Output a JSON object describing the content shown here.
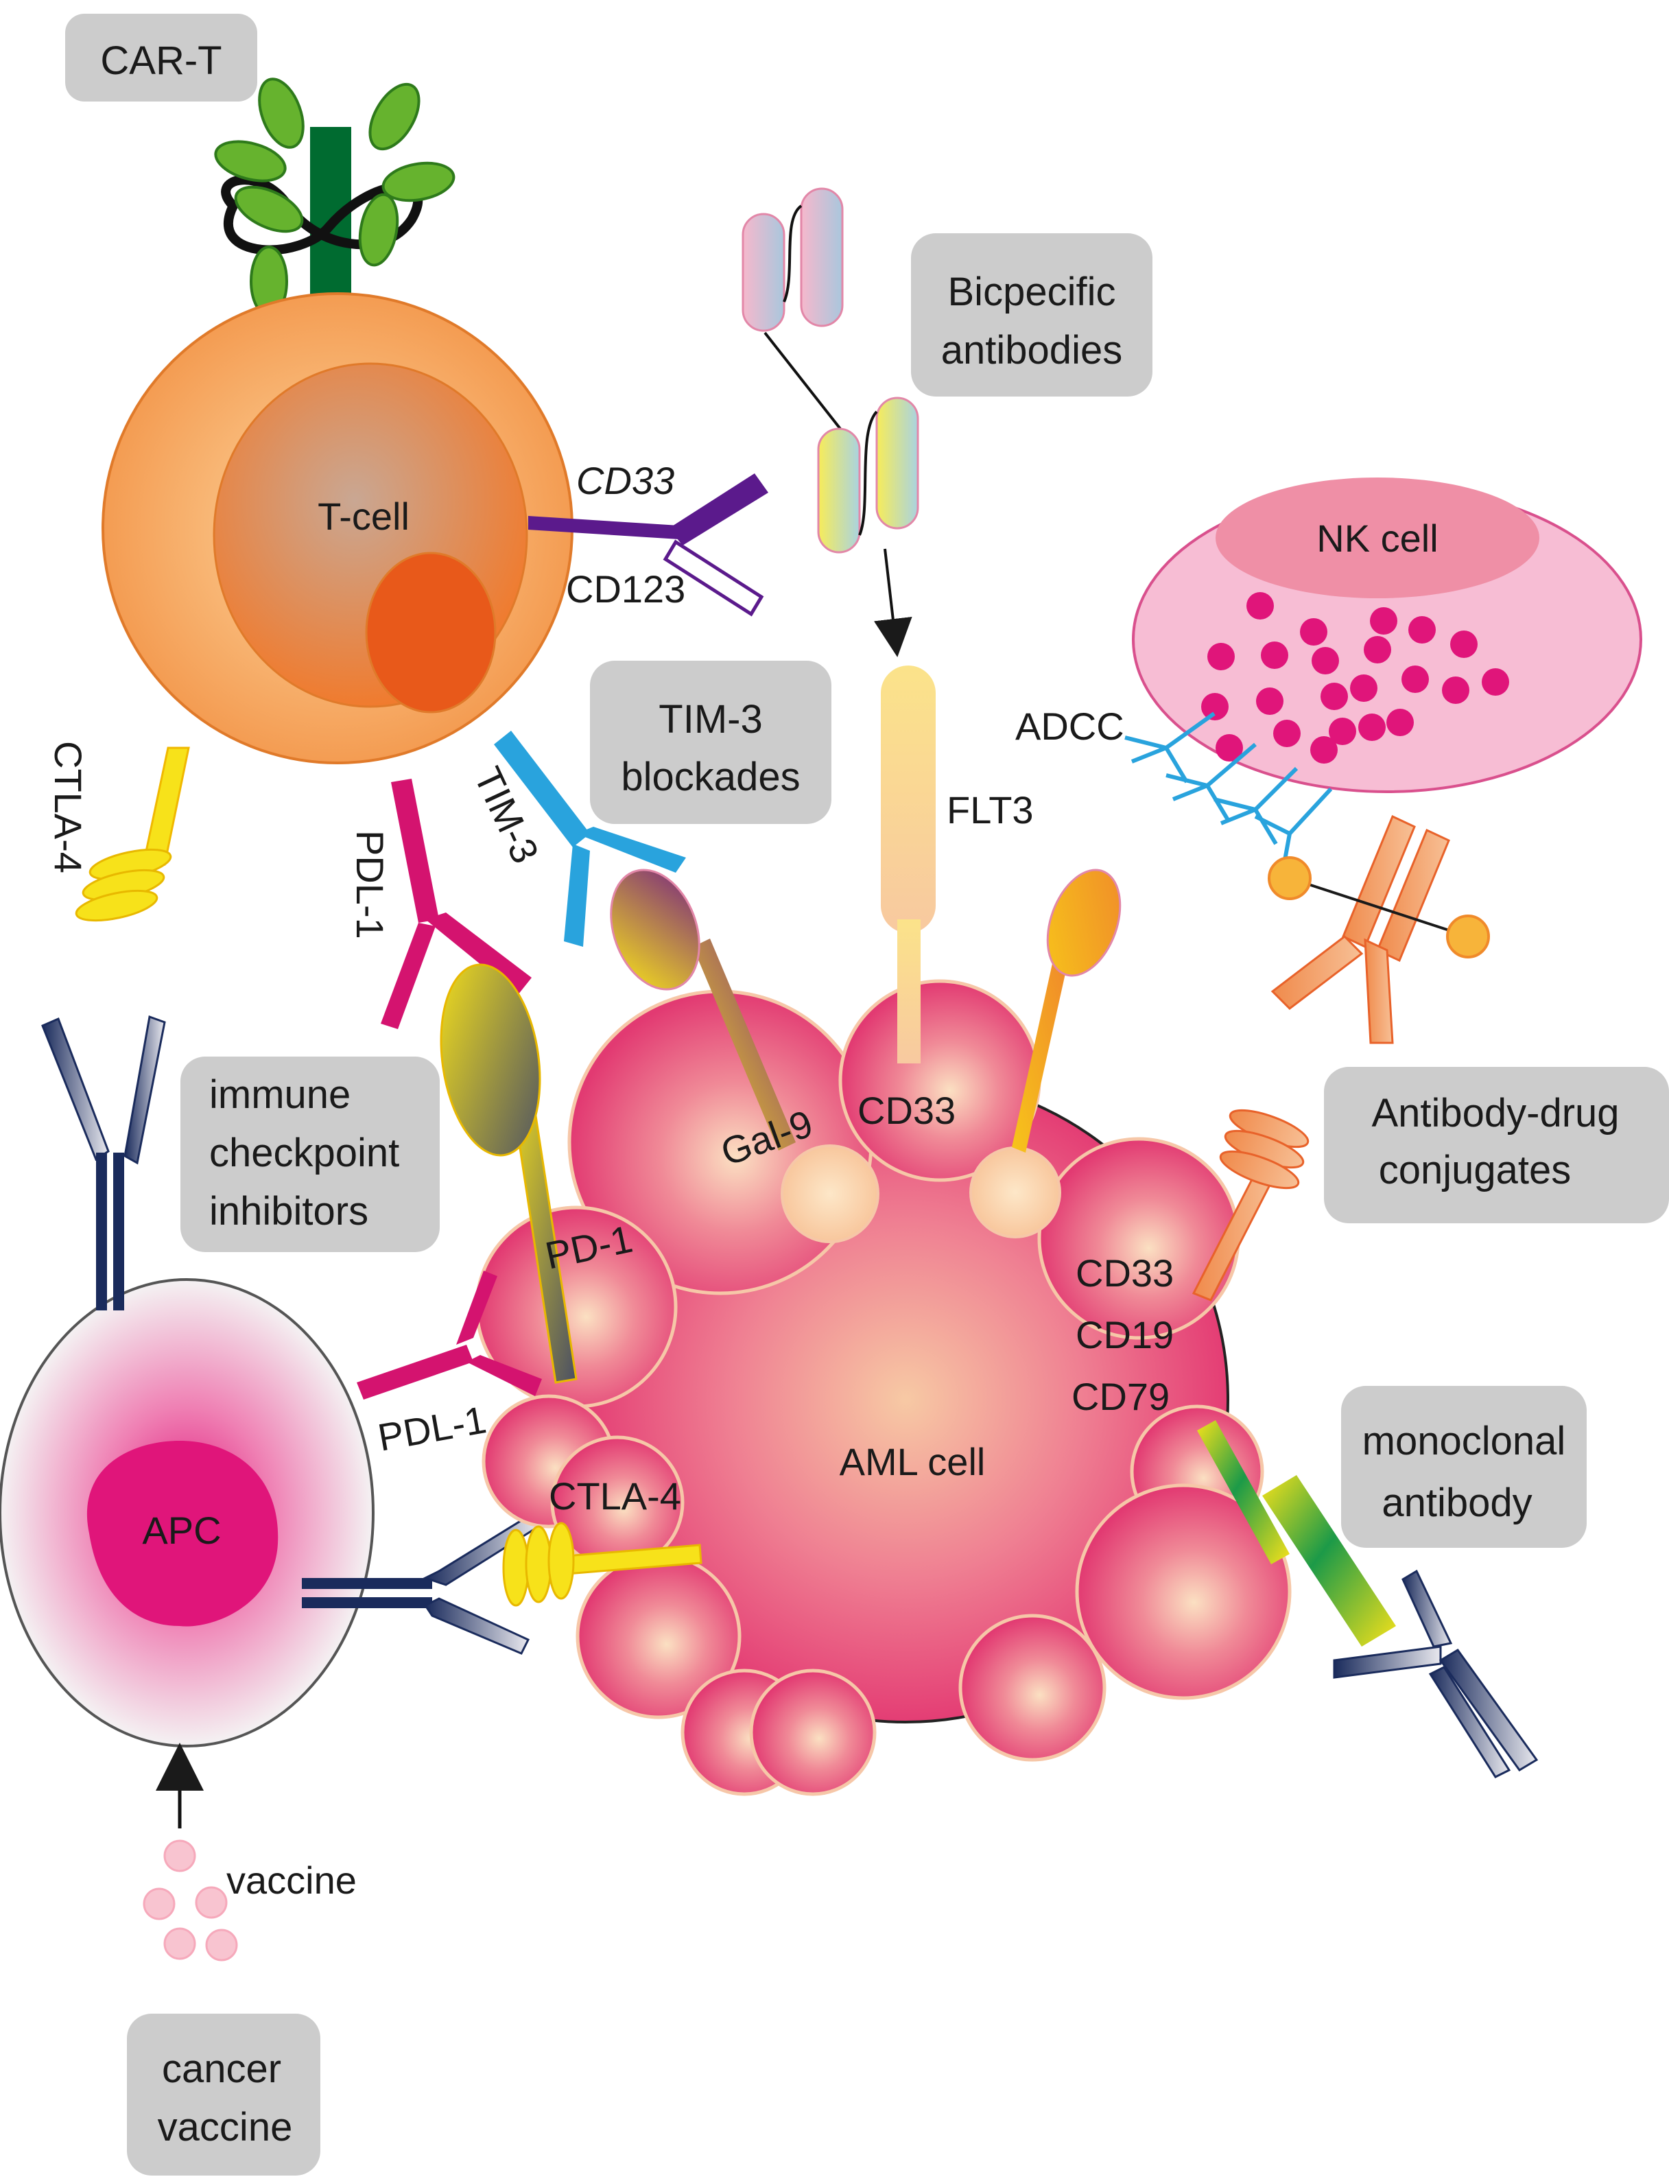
{
  "labels": {
    "car_t": "CAR-T",
    "t_cell": "T-cell",
    "cd33_tcell": "CD33",
    "cd123": "CD123",
    "bispecific_line1": "Bicpecific",
    "bispecific_line2": "antibodies",
    "nk_cell": "NK cell",
    "adcc": "ADCC",
    "tim3_box_line1": "TIM-3",
    "tim3_box_line2": "blockades",
    "flt3": "FLT3",
    "ctla4_left": "CTLA-4",
    "pdl1_tcell": "PDL-1",
    "tim3_receptor": "TIM-3",
    "ici_line1": "immune",
    "ici_line2": "checkpoint",
    "ici_line3": "inhibitors",
    "gal9": "Gal-9",
    "cd33_aml": "CD33",
    "adc_line1": "Antibody-drug",
    "adc_line2": "conjugates",
    "pd1": "PD-1",
    "cd33_right": "CD33",
    "cd19": "CD19",
    "cd79": "CD79",
    "pdl1_apc": "PDL-1",
    "mono_line1": "monoclonal",
    "mono_line2": "antibody",
    "ctla4_aml": "CTLA-4",
    "aml_cell": "AML cell",
    "apc": "APC",
    "vaccine": "vaccine",
    "cancer_vaccine_line1": "cancer",
    "cancer_vaccine_line2": "vaccine"
  },
  "colors": {
    "label_box": "#cccccc",
    "aml_pink": "#e8447a",
    "aml_light": "#f7c9a4",
    "tcell_outer": "#f6a45c",
    "tcell_nucleus": "#e8591a",
    "nk_cell": "#f6b3cf",
    "nk_granule": "#e0157a",
    "apc_core": "#e0157a",
    "car_green": "#66b32e",
    "car_dark_green": "#006b30",
    "cd33_purple": "#5b1a8c",
    "pdl1_magenta": "#d4136f",
    "tim3_blue": "#29a3dd",
    "ctla4_yellow": "#f7e21a",
    "adc_orange": "#f08a4b",
    "mono_navy": "#1a2b5c"
  }
}
